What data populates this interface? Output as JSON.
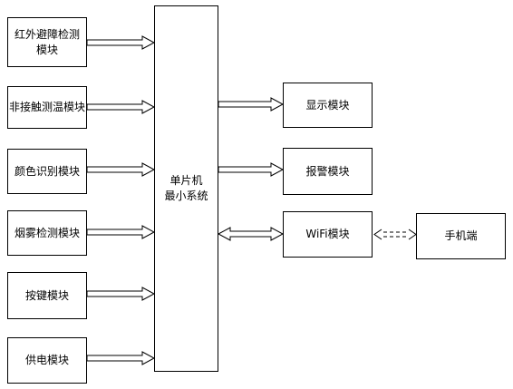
{
  "inputs": {
    "infrared": "红外避障检测模块",
    "temperature": "非接触测温模块",
    "color": "颜色识别模块",
    "smoke": "烟雾检测模块",
    "keys": "按键模块",
    "power": "供电模块"
  },
  "mcu": {
    "line1": "单片机",
    "line2": "最小系统"
  },
  "outputs": {
    "display": "显示模块",
    "alarm": "报警模块",
    "wifi": "WiFi模块"
  },
  "phone": "手机端"
}
